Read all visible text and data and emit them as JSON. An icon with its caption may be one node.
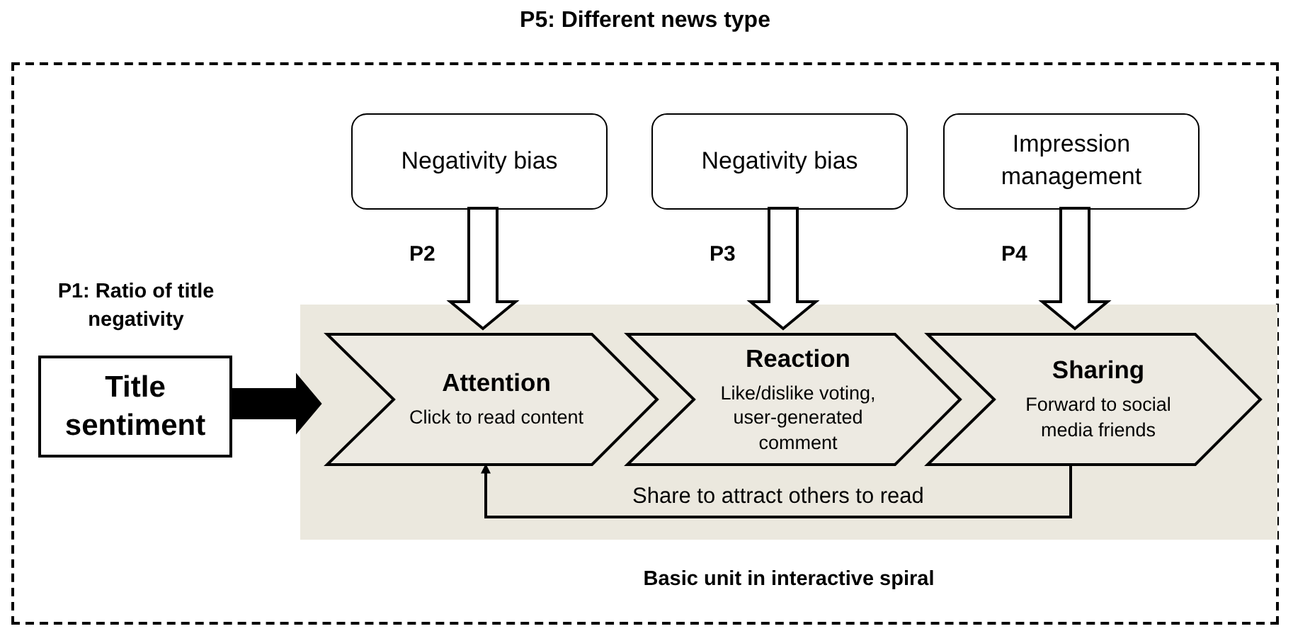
{
  "diagram": {
    "nodes": [
      {
        "text": [
          "P5: Different news type"
        ]
      },
      {
        "text": [
          "Negativity bias"
        ],
        "in": 0
      },
      {
        "text": [
          "Negativity bias"
        ],
        "in": 0
      },
      {
        "text": [
          "Impression management"
        ],
        "in": 0
      },
      {
        "text": [
          "Title sentiment"
        ],
        "beside": [
          "P1: Ratio of title negativity"
        ],
        "in": 0
      },
      {
        "text": [
          "Basic unit in interactive spiral"
        ],
        "in": 0
      },
      {
        "text": [
          "Attention",
          "Click to read content"
        ],
        "in": 5
      },
      {
        "text": [
          "Reaction",
          "Like/dislike voting, user-generated comment"
        ],
        "in": 5
      },
      {
        "text": [
          "Sharing",
          "Forward to social media friends"
        ],
        "in": 5
      }
    ],
    "edges": [
      {
        "from": 1,
        "to": 6,
        "arrow": "to",
        "label": "P2"
      },
      {
        "from": 2,
        "to": 7,
        "arrow": "to",
        "label": "P3"
      },
      {
        "from": 3,
        "to": 8,
        "arrow": "to",
        "label": "P4"
      },
      {
        "from": 4,
        "to": 6,
        "arrow": "to",
        "style": "thick"
      },
      {
        "from": 8,
        "to": 6,
        "arrow": "to",
        "label": "Share to attract others to read"
      }
    ]
  }
}
